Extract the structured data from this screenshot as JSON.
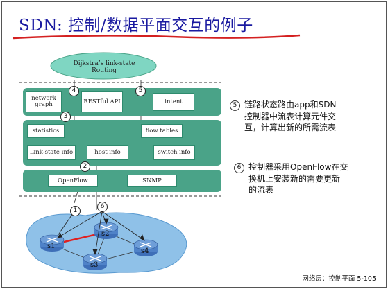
{
  "title": "SDN: 控制/数据平面交互的例子",
  "cloud": {
    "line1": "Dijkstra’s link-state",
    "line2": "Routing"
  },
  "app_layer": {
    "network_graph": "network graph",
    "restful_api": "RESTful API",
    "intent": "intent"
  },
  "state_layer": {
    "statistics": "statistics",
    "flow_tables": "flow tables",
    "link_state_info": "Link-state info",
    "host_info": "host info",
    "switch_info": "switch info"
  },
  "protocol_layer": {
    "openflow": "OpenFlow",
    "snmp": "SNMP"
  },
  "step_numbers": {
    "one": "1",
    "two": "2",
    "three": "3",
    "four": "4",
    "five": "5",
    "six": "6"
  },
  "notes": [
    {
      "num": "5",
      "lines": [
        "链路状态路由app和SDN",
        "控制器中流表计算元件交",
        "互，计算出新的所需流表"
      ]
    },
    {
      "num": "6",
      "lines": [
        "控制器采用OpenFlow在交",
        "换机上安装新的需要更新",
        "的流表"
      ]
    }
  ],
  "switches": {
    "s1": "s1",
    "s2": "s2",
    "s3": "s3",
    "s4": "s4"
  },
  "footer": "网络层：控制平面 5-105",
  "colors": {
    "title": "#1a1aa0",
    "layer": "#4aa388",
    "cloud": "#7fd6c2",
    "network": "#8fc1e8",
    "switch": "#3e6fb8",
    "red_link": "#e02020"
  }
}
